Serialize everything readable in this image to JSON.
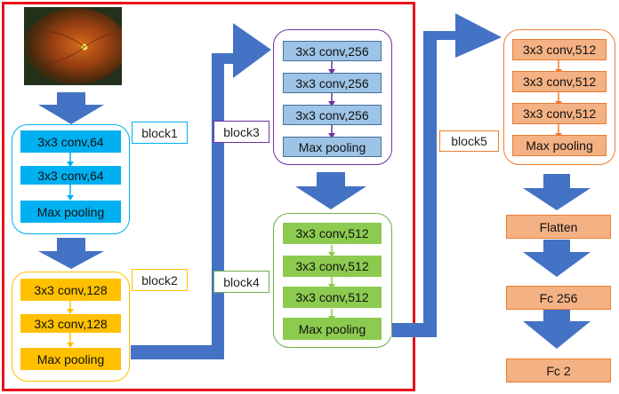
{
  "colors": {
    "arrow": "#4472C4",
    "highlight_border": "#E8101A",
    "block1": "#00B0F0",
    "block2": "#FFC000",
    "block3": "#9DC3E6",
    "block4": "#8CCB4F",
    "block5": "#F4B183",
    "fc": "#F4B183"
  },
  "input_image": {
    "icon": "fundus-photo"
  },
  "block1": {
    "tag": "block1",
    "layers": [
      "3x3 conv,64",
      "3x3 conv,64",
      "Max pooling"
    ]
  },
  "block2": {
    "tag": "block2",
    "layers": [
      "3x3 conv,128",
      "3x3 conv,128",
      "Max pooling"
    ]
  },
  "block3": {
    "tag": "block3",
    "layers": [
      "3x3 conv,256",
      "3x3 conv,256",
      "3x3 conv,256",
      "Max pooling"
    ]
  },
  "block4": {
    "tag": "block4",
    "layers": [
      "3x3 conv,512",
      "3x3 conv,512",
      "3x3 conv,512",
      "Max pooling"
    ]
  },
  "block5": {
    "tag": "block5",
    "layers": [
      "3x3 conv,512",
      "3x3 conv,512",
      "3x3 conv,512",
      "Max pooling"
    ]
  },
  "head": {
    "layers": [
      "Flatten",
      "Fc 256",
      "Fc 2"
    ]
  }
}
